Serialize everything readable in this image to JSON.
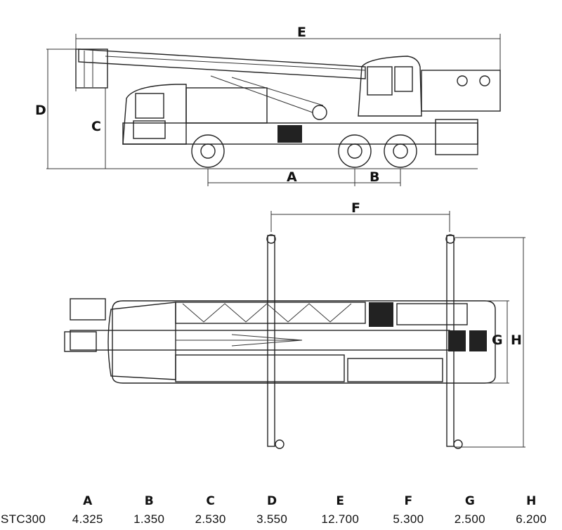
{
  "dimension_labels": [
    "A",
    "B",
    "C",
    "D",
    "E",
    "F",
    "G",
    "H"
  ],
  "table": {
    "model": "STC300",
    "columns": [
      "A",
      "B",
      "C",
      "D",
      "E",
      "F",
      "G",
      "H"
    ],
    "values": [
      "4.325",
      "1.350",
      "2.530",
      "3.550",
      "12.700",
      "5.300",
      "2.500",
      "6.200"
    ]
  }
}
